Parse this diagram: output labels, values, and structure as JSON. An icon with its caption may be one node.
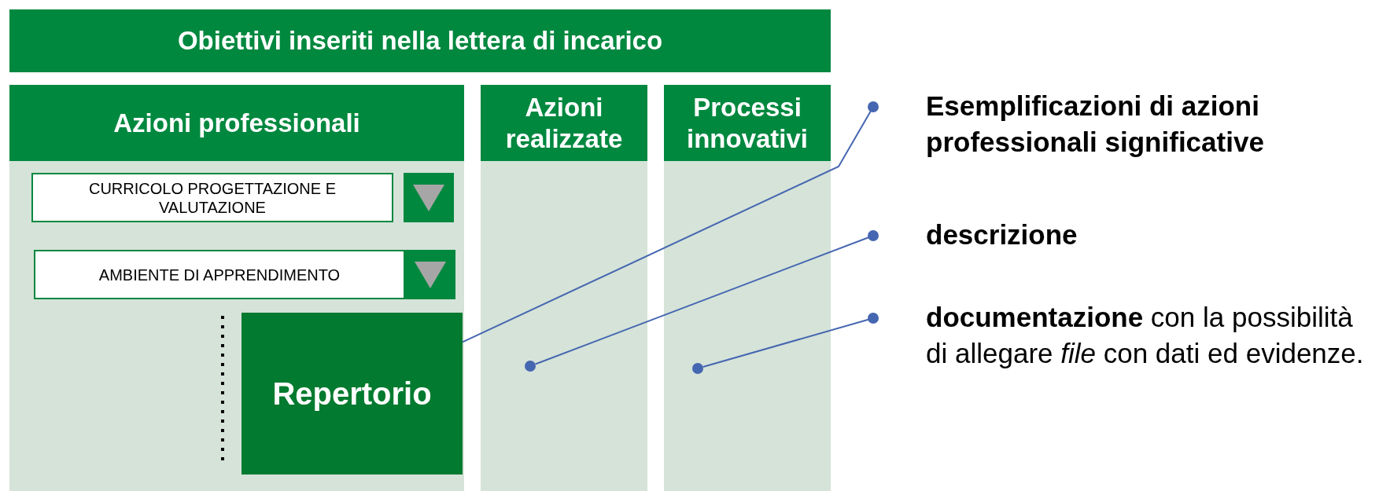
{
  "diagram": {
    "nodes": [
      {
        "text": [
          "Obiettivi inseriti nella lettera di incarico"
        ]
      },
      {
        "text": [
          "Azioni professionali"
        ]
      },
      {
        "text": [
          "Azioni realizzate"
        ]
      },
      {
        "text": [
          "Processi innovativi"
        ]
      },
      {
        "text": [
          "CURRICOLO PROGETTAZIONE E VALUTAZIONE"
        ],
        "in": 1
      },
      {
        "text": [
          "AMBIENTE DI APPRENDIMENTO"
        ],
        "in": 1
      },
      {
        "text": [
          "Repertorio"
        ],
        "in": 1
      },
      {
        "text": [],
        "shape": "circle",
        "in": 2
      },
      {
        "text": [],
        "shape": "circle",
        "in": 3
      },
      {
        "text": [
          "Esemplificazioni di azioni professionali significative"
        ]
      },
      {
        "text": [
          "descrizione"
        ]
      },
      {
        "text": [
          "**documentazione** con la possibilità di allegare *file* con dati ed evidenze."
        ]
      }
    ],
    "edges": [
      {
        "from": 9,
        "to": 6,
        "arrow": "other"
      },
      {
        "from": 10,
        "to": 7,
        "arrow": "other"
      },
      {
        "from": 11,
        "to": 8,
        "arrow": "other"
      }
    ]
  }
}
